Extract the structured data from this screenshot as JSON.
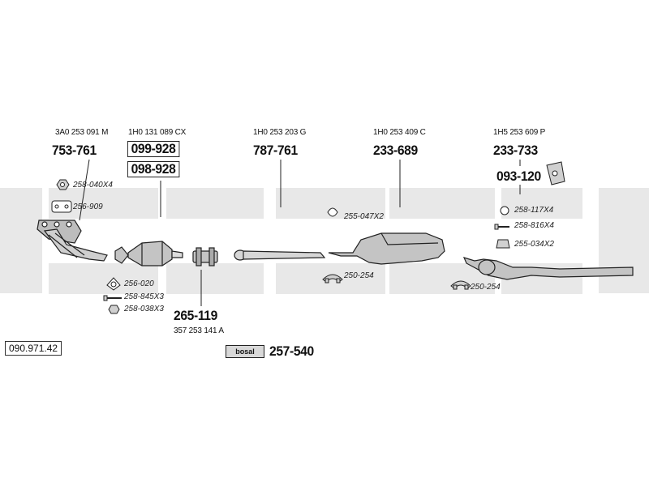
{
  "diagram_ref": "090.971.42",
  "brand_logo": "bosal",
  "groups": [
    {
      "oe": "3A0 253 091 M",
      "parts": [
        "753-761"
      ]
    },
    {
      "oe": "1H0 131 089 CX",
      "parts": [
        "099-928",
        "098-928"
      ]
    },
    {
      "oe": "1H0 253 203 G",
      "parts": [
        "787-761"
      ]
    },
    {
      "oe": "1H0 253 409 C",
      "parts": [
        "233-689"
      ]
    },
    {
      "oe": "1H5 253 609 P",
      "parts": [
        "233-733",
        "093-120"
      ]
    }
  ],
  "connector": {
    "part": "265-119",
    "oe": "357 253 141 A"
  },
  "brand_part": "257-540",
  "small_parts": [
    "258-040X4",
    "256-909",
    "256-020",
    "258-845X3",
    "258-038X3",
    "255-047X2",
    "250-254",
    "250-254",
    "258-117X4",
    "258-816X4",
    "255-034X2"
  ],
  "colors": {
    "background": "#ffffff",
    "watermark": "#e6e6e6",
    "line": "#222222",
    "part_fill": "#bdbdbd"
  }
}
